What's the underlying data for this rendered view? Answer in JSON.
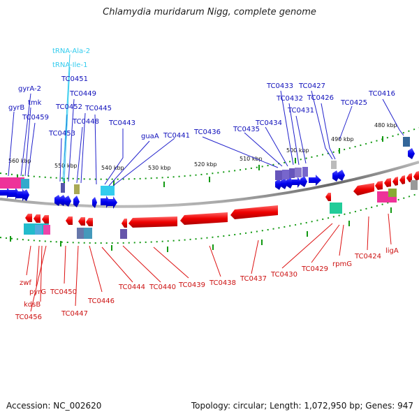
{
  "title": "Chlamydia muridarum Nigg, complete genome",
  "footer": {
    "accession": "Accession: NC_002620",
    "info": "Topology: circular; Length: 1,072,950 bp; Genes: 947"
  },
  "ticks": [
    "480 kbp",
    "490 kbp",
    "500 kbp",
    "510 kbp",
    "520 kbp",
    "530 kbp",
    "540 kbp",
    "550 kbp",
    "560 kbp"
  ],
  "colors": {
    "forward_gene": "#1a1aff",
    "reverse_gene": "#ff1111",
    "trna": "#33ccee",
    "backbone": "#888888",
    "tick_marks": "#119911"
  },
  "forward_labels": [
    "tRNA-Ala-2",
    "tRNA-Ile-1",
    "TC0451",
    "TC0449",
    "gyrA-2",
    "TC0452",
    "tmk",
    "TC0445",
    "gyrB",
    "TC0459",
    "TC0448",
    "TC0443",
    "TC0453",
    "guaA",
    "TC0441",
    "TC0436",
    "TC0435",
    "TC0434",
    "TC0433",
    "TC0432",
    "TC0431",
    "TC0427",
    "TC0426",
    "TC0425",
    "TC0416"
  ],
  "reverse_labels": [
    "zwf",
    "pyrG",
    "kdsB",
    "TC0456",
    "TC0450",
    "TC0447",
    "TC0446",
    "TC0444",
    "TC0440",
    "TC0439",
    "TC0438",
    "TC0437",
    "TC0430",
    "TC0429",
    "rpmG",
    "TC0424",
    "ligA"
  ]
}
